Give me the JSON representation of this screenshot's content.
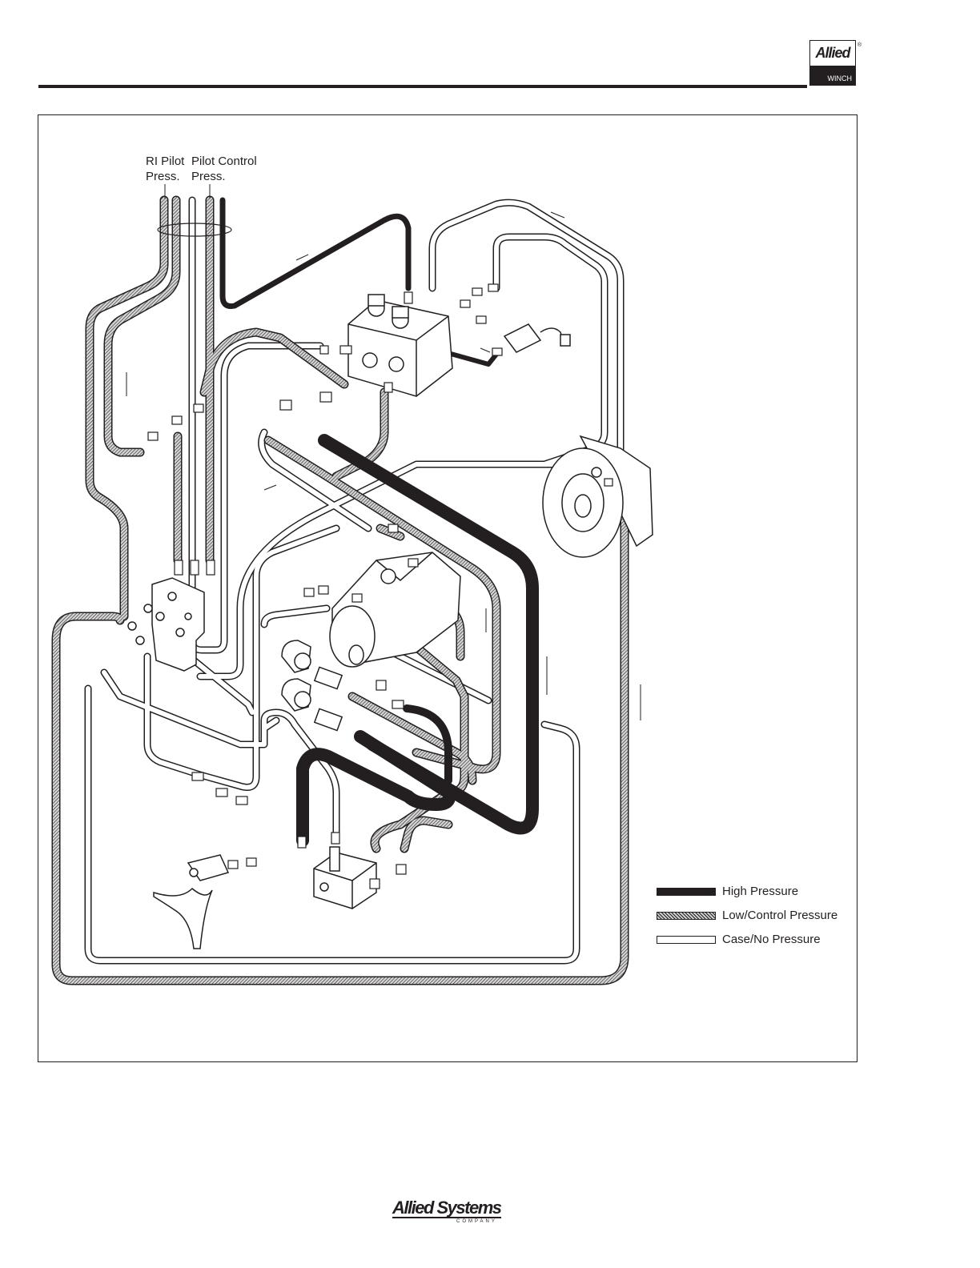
{
  "header": {
    "brand_top": "Allied",
    "brand_bottom": "WINCH",
    "registered": "®"
  },
  "labels": {
    "ri_pilot": "RI Pilot\nPress.",
    "pilot_control": "Pilot Control\nPress."
  },
  "legend": [
    {
      "key": "high",
      "label": "High Pressure",
      "color": "#231f20"
    },
    {
      "key": "low",
      "label": "Low/Control Pressure",
      "color": "#a0a0a0"
    },
    {
      "key": "case",
      "label": "Case/No Pressure",
      "color": "#ffffff"
    }
  ],
  "footer": {
    "brand": "Allied Systems",
    "sub": "COMPANY"
  }
}
